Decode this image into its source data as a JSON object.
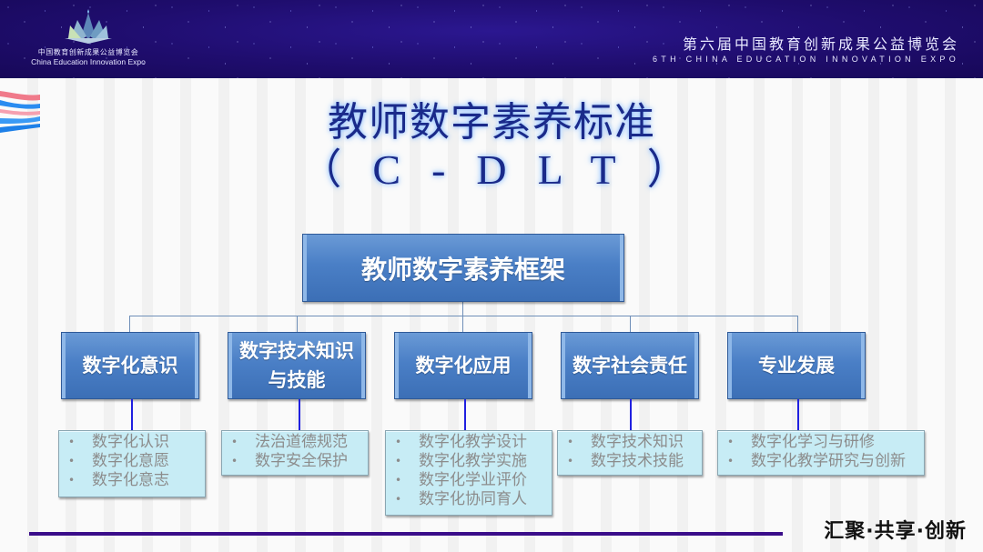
{
  "header": {
    "logo": {
      "cn": "中国教育创新成果公益博览会",
      "en": "China Education Innovation Expo",
      "icon": "lotus-icon"
    },
    "expo_title_cn": "第六届中国教育创新成果公益博览会",
    "expo_title_en": "6TH CHINA EDUCATION INNOVATION EXPO"
  },
  "title": {
    "line1": "教师数字素养标准",
    "line2": "（C-DLT）"
  },
  "framework": {
    "root": "教师数字素养框架",
    "branches": [
      {
        "label": "数字化意识",
        "items": [
          "数字化认识",
          "数字化意愿",
          "数字化意志"
        ]
      },
      {
        "label": "数字技术知识与技能",
        "label_lines": [
          "数字技术知识",
          "与技能"
        ],
        "items": [
          "法治道德规范",
          "数字安全保护"
        ]
      },
      {
        "label": "数字化应用",
        "items": [
          "数字化教学设计",
          "数字化教学实施",
          "数字化学业评价",
          "数字化协同育人"
        ]
      },
      {
        "label": "数字社会责任",
        "items": [
          "数字技术知识",
          "数字技术技能"
        ]
      },
      {
        "label": "专业发展",
        "items": [
          "数字化学习与研修",
          "数字化教学研究与创新"
        ]
      }
    ],
    "bullet": "•"
  },
  "footer": {
    "slogan": "汇聚·共享·创新"
  },
  "colors": {
    "header_bg": "#1f0d6e",
    "box_blue": "#4a7fc6",
    "leaf_bg": "#c7ecf5",
    "title": "#1a2a8a",
    "rule": "#3a0d8a"
  }
}
